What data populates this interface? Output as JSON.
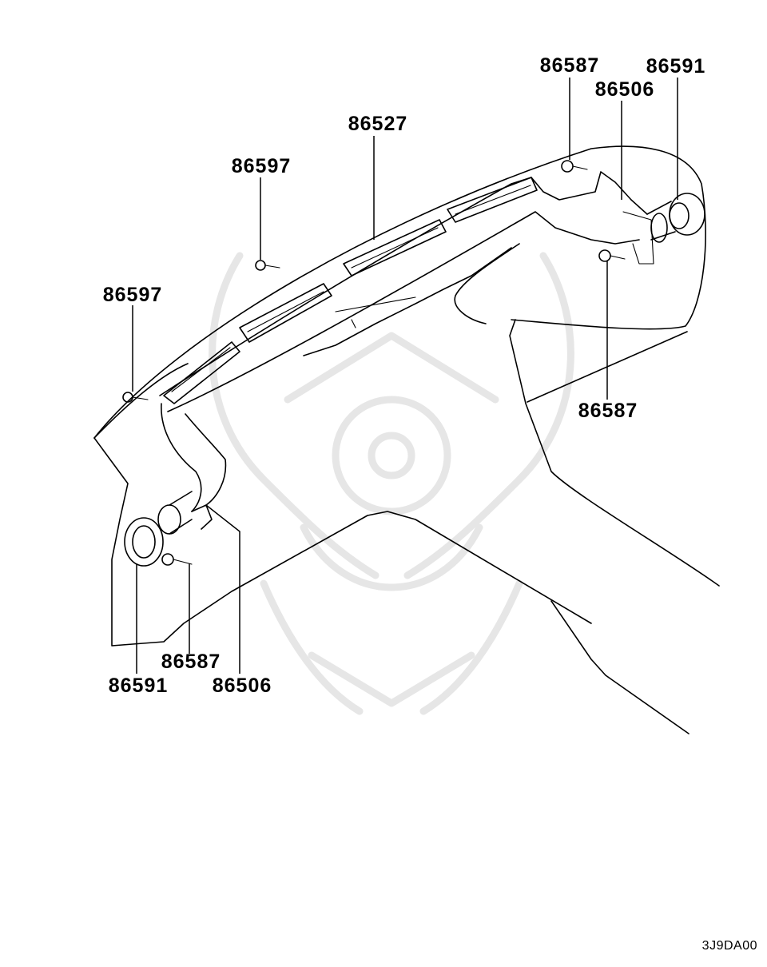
{
  "labels": {
    "l1": "86587",
    "l2": "86591",
    "l3": "86506",
    "l4": "86527",
    "l5": "86597",
    "l6": "86597",
    "l7": "86587",
    "l8": "86587",
    "l9": "86591",
    "l10": "86506"
  },
  "diagram_code": "3J9DA00"
}
